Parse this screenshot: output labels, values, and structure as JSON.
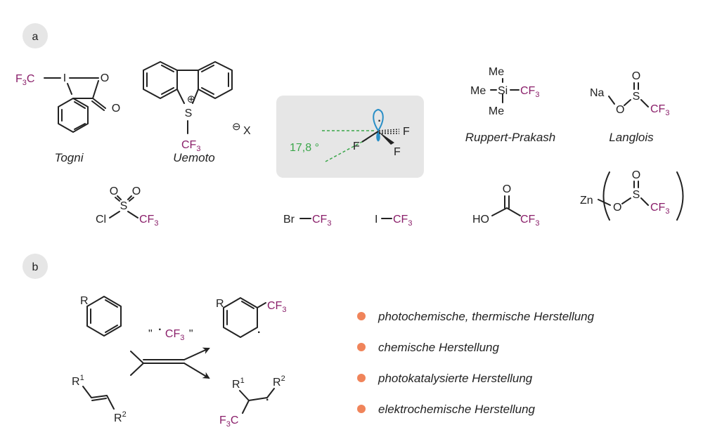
{
  "panel_a": {
    "label": "a",
    "togni": {
      "cf3": "F",
      "cf3_sub": "3",
      "cf3_c": "C",
      "i": "I",
      "o": "O",
      "o2": "O",
      "name": "Togni"
    },
    "umemoto": {
      "s": "S",
      "plus": "⊕",
      "cf3": "CF",
      "cf3_sub": "3",
      "minus": "⊖",
      "x": "X",
      "name": "Uemoto"
    },
    "radical": {
      "angle": "17,8 °",
      "f1": "F",
      "f2": "F",
      "f3": "F",
      "dot": "·"
    },
    "ruppert": {
      "me1": "Me",
      "me2": "Me",
      "me3": "Me",
      "si": "Si",
      "cf3": "CF",
      "cf3_sub": "3",
      "name": "Ruppert-Prakash"
    },
    "langlois": {
      "na": "Na",
      "o": "O",
      "s": "S",
      "o2": "O",
      "cf3": "CF",
      "cf3_sub": "3",
      "name": "Langlois"
    },
    "triflyl": {
      "cl": "Cl",
      "s": "S",
      "o1": "O",
      "o2": "O",
      "cf3": "CF",
      "cf3_sub": "3"
    },
    "bromo": {
      "br": "Br",
      "cf3": "CF",
      "cf3_sub": "3"
    },
    "iodo": {
      "i": "I",
      "cf3": "CF",
      "cf3_sub": "3"
    },
    "tfa": {
      "ho": "HO",
      "o": "O",
      "cf3": "CF",
      "cf3_sub": "3"
    },
    "zinc": {
      "zn": "Zn",
      "o": "O",
      "s": "S",
      "o2": "O",
      "cf3": "CF",
      "cf3_sub": "3"
    }
  },
  "panel_b": {
    "label": "b",
    "arene_r": "R",
    "alkene_r1": "R",
    "alkene_r1_sup": "1",
    "alkene_r2": "R",
    "alkene_r2_sup": "2",
    "reagent": {
      "q1": "\"",
      "dot": "·",
      "cf3": "CF",
      "cf3_sub": "3",
      "q2": "\""
    },
    "prod1": {
      "r": "R",
      "cf3": "CF",
      "cf3_sub": "3",
      "dot": "·"
    },
    "prod2": {
      "r1": "R",
      "r1_sup": "1",
      "r2": "R",
      "r2_sup": "2",
      "f3c_f": "F",
      "f3c_sub": "3",
      "f3c_c": "C",
      "dot": "·"
    },
    "bullets": [
      "photochemische, thermische Herstellung",
      "chemische Herstellung",
      "photokatalysierte Herstellung",
      "elektrochemische Herstellung"
    ],
    "bullet_color": "#f0845a"
  },
  "colors": {
    "cf3": "#8a1f6a",
    "angle": "#3aa64a",
    "orbital": "#2a8fc7",
    "box": "#e6e6e6",
    "badge": "#e6e6e6"
  }
}
